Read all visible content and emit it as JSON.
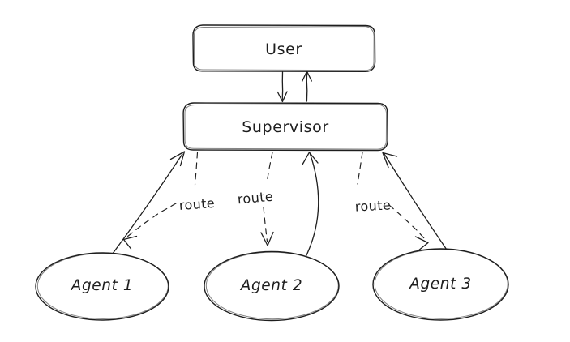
{
  "diagram": {
    "title": "Supervisor multi-agent routing diagram",
    "style": "hand-drawn sketch",
    "background_color": "#ffffff",
    "stroke_color": "#1e1e1e",
    "nodes": [
      {
        "id": "user",
        "label": "User",
        "shape": "rounded-rectangle"
      },
      {
        "id": "supervisor",
        "label": "Supervisor",
        "shape": "rounded-rectangle"
      },
      {
        "id": "agent1",
        "label": "Agent 1",
        "shape": "ellipse"
      },
      {
        "id": "agent2",
        "label": "Agent 2",
        "shape": "ellipse"
      },
      {
        "id": "agent3",
        "label": "Agent 3",
        "shape": "ellipse"
      }
    ],
    "edge_labels": {
      "route1": "route",
      "route2": "route",
      "route3": "route"
    }
  }
}
